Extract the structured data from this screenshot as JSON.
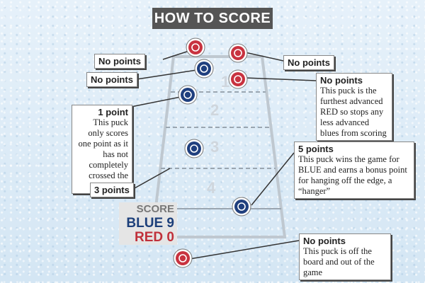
{
  "title": "HOW TO SCORE",
  "zones": [
    "1",
    "2",
    "3",
    "4"
  ],
  "score": {
    "title": "SCORE",
    "blue": "BLUE 9",
    "red": "RED 0"
  },
  "labels": [
    {
      "title": "No points",
      "desc": ""
    },
    {
      "title": "No points",
      "desc": ""
    },
    {
      "title": "1 point",
      "desc": "This puck only scores one point as it has not completely crossed the line"
    },
    {
      "title": "3 points",
      "desc": ""
    },
    {
      "title": "No points",
      "desc": ""
    },
    {
      "title": "No points",
      "desc": "This puck is the furthest advanced RED so stops any less advanced blues from scoring"
    },
    {
      "title": "5 points",
      "desc": "This puck wins the game for BLUE and earns a bonus point for hanging off the edge, a “hanger”"
    },
    {
      "title": "No points",
      "desc": "This puck is off the board and out of the game"
    }
  ],
  "colors": {
    "red_puck": "#c8323f",
    "blue_puck": "#1f3f7e",
    "title_bg": "#555555",
    "background": "#dcebf7"
  }
}
